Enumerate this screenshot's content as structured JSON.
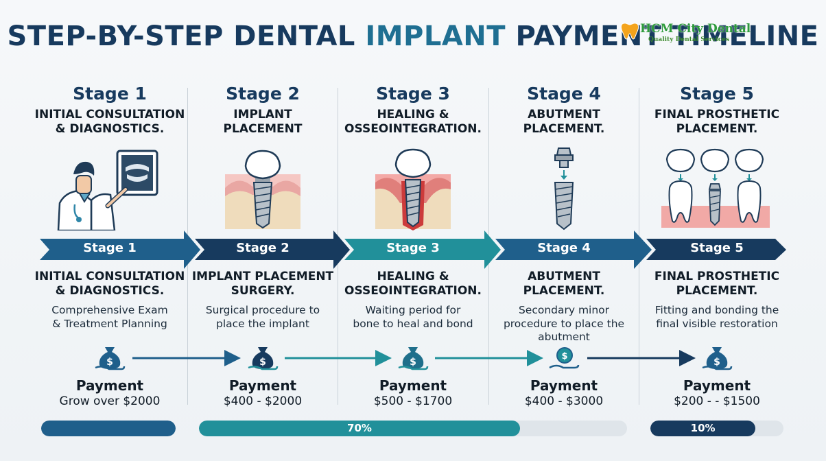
{
  "title": {
    "part1": "STEP-BY-STEP DENTAL ",
    "part2": "IMPLANT",
    "part3": " PAYMENT TIMELINE"
  },
  "brand": {
    "name": "HCM City Dental",
    "tagline": "Quality Dental Services"
  },
  "colors": {
    "navy": "#173a5e",
    "blue": "#1f5f8b",
    "teal": "#21909a",
    "track": "#dfe5ea"
  },
  "stages": [
    {
      "stage": "Stage 1",
      "top_desc": "INITIAL CONSULTATION\n& DIAGNOSTICS.",
      "illustration": "dentist-xray-icon",
      "chevron_label": "Stage 1",
      "chevron_color": "#1f5f8b",
      "lower_desc": "INITIAL CONSULTATION\n& DIAGNOSTICS.",
      "detail": "Comprehensive Exam\n& Treatment Planning",
      "payment_label": "Payment",
      "amount": "Grow over $2000"
    },
    {
      "stage": "Stage 2",
      "top_desc": "IMPLANT\nPLACEMENT",
      "illustration": "implant-in-bone-icon",
      "chevron_label": "Stage 2",
      "chevron_color": "#173a5e",
      "lower_desc": "IMPLANT PLACEMENT\nSURGERY.",
      "detail": "Surgical procedure to\nplace the implant",
      "payment_label": "Payment",
      "amount": "$400 - $2000"
    },
    {
      "stage": "Stage 3",
      "top_desc": "HEALING &\nOSSEOINTEGRATION.",
      "illustration": "healing-implant-icon",
      "chevron_label": "Stage 3",
      "chevron_color": "#21909a",
      "lower_desc": "HEALING &\nOSSEOINTEGRATION.",
      "detail": "Waiting period for\nbone to heal and bond",
      "payment_label": "Payment",
      "amount": "$500 - $1700"
    },
    {
      "stage": "Stage 4",
      "top_desc": "ABUTMENT\nPLACEMENT.",
      "illustration": "abutment-screw-icon",
      "chevron_label": "Stage 4",
      "chevron_color": "#1f5f8b",
      "lower_desc": "ABUTMENT\nPLACEMENT.",
      "detail": "Secondary minor\nprocedure to place the\nabutment",
      "payment_label": "Payment",
      "amount": "$400 - $3000"
    },
    {
      "stage": "Stage 5",
      "top_desc": "FINAL PROSTHETIC\nPLACEMENT.",
      "illustration": "crowns-on-teeth-icon",
      "chevron_label": "Stage 5",
      "chevron_color": "#173a5e",
      "lower_desc": "FINAL PROSTHETIC\nPLACEMENT.",
      "detail": "Fitting and bonding the\nfinal visible restoration",
      "payment_label": "Payment",
      "amount": "$200 - - $1500"
    }
  ],
  "progress_bars": [
    {
      "label": "",
      "fill_fraction": 1.0,
      "color": "#1f5f8b"
    },
    {
      "label": "70%",
      "fill_fraction": 0.75,
      "color": "#21909a"
    },
    {
      "label": "10%",
      "fill_fraction": 0.79,
      "color": "#173a5e"
    }
  ]
}
